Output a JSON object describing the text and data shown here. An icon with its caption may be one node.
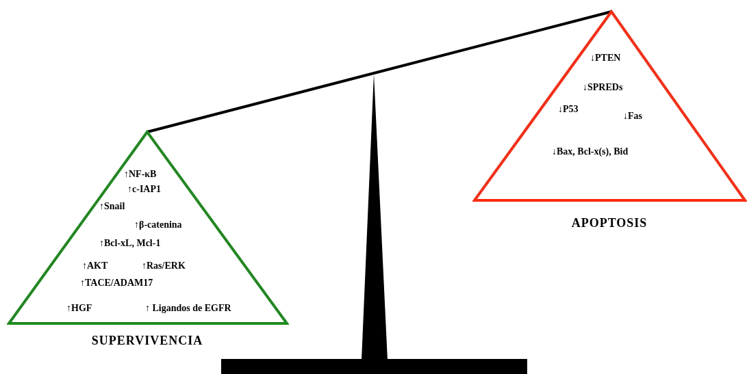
{
  "diagram": {
    "nodes": [
      {
        "text": [
          "SUPERVIVENCIA"
        ]
      },
      {
        "text": [
          "↑NF-κB"
        ],
        "in": 0
      },
      {
        "text": [
          "↑c-IAP1"
        ],
        "in": 0
      },
      {
        "text": [
          "↑Snail"
        ],
        "in": 0
      },
      {
        "text": [
          "↑β-catenina"
        ],
        "in": 0
      },
      {
        "text": [
          "↑Bcl-xL, Mcl-1"
        ],
        "in": 0
      },
      {
        "text": [
          "↑AKT"
        ],
        "in": 0
      },
      {
        "text": [
          "↑Ras/ERK"
        ],
        "in": 0
      },
      {
        "text": [
          "↑TACE/ADAM17"
        ],
        "in": 0
      },
      {
        "text": [
          "↑HGF"
        ],
        "in": 0
      },
      {
        "text": [
          "↑ Ligandos de EGFR"
        ],
        "in": 0
      },
      {
        "text": [
          "APOPTOSIS"
        ]
      },
      {
        "text": [
          "↓PTEN"
        ],
        "in": 11
      },
      {
        "text": [
          "↓SPREDs"
        ],
        "in": 11
      },
      {
        "text": [
          "↓P53"
        ],
        "in": 11
      },
      {
        "text": [
          "↓Fas"
        ],
        "in": 11
      },
      {
        "text": [
          "↓Bax, Bcl-x(s), Bid"
        ],
        "in": 11
      }
    ]
  }
}
